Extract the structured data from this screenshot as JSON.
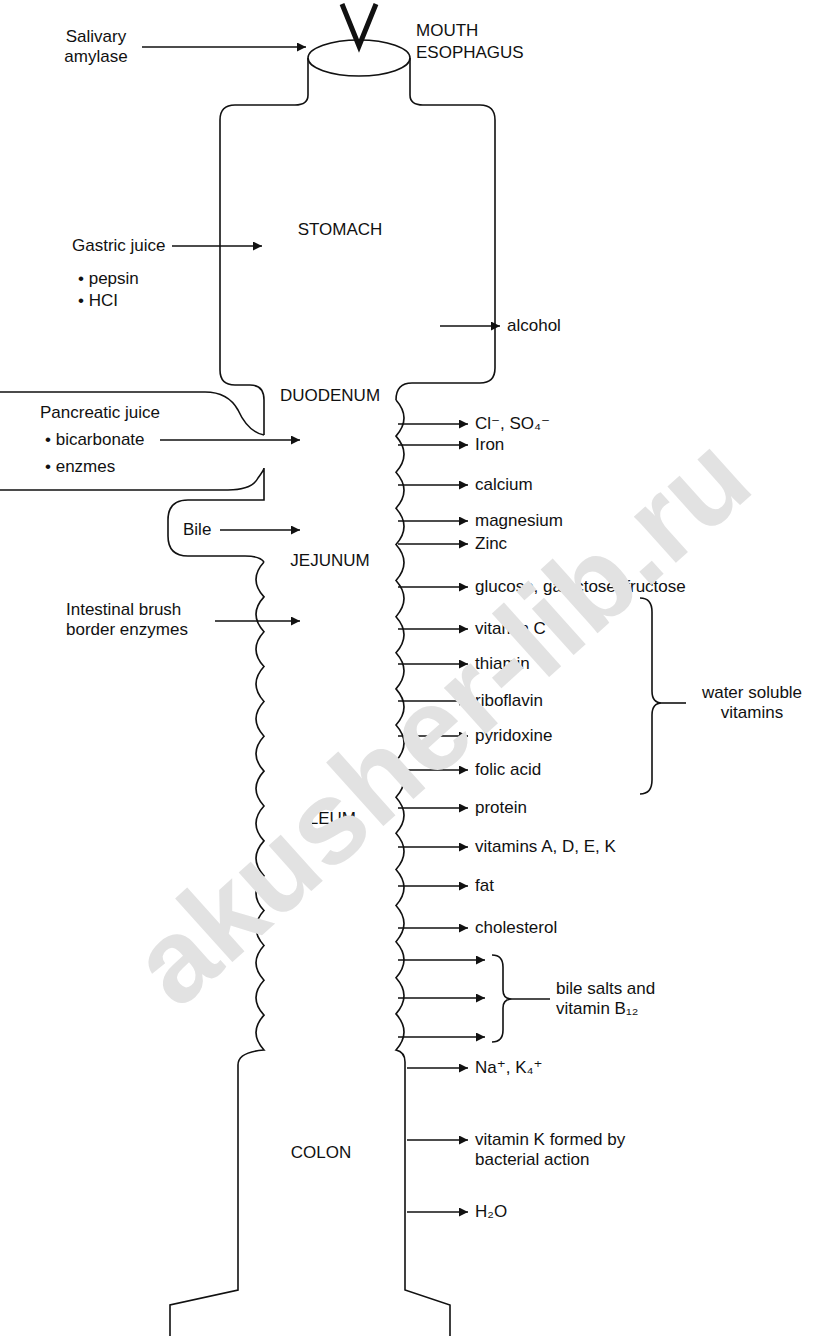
{
  "diagram": {
    "labels": [
      "Salivary amylase",
      "MOUTH",
      "ESOPHAGUS",
      "STOMACH",
      "Gastric juice",
      "• pepsin",
      "• HCI",
      "alcohol",
      "DUODENUM",
      "Pancreatic juice",
      "Cl⁻, SO₄⁻",
      "• bicarbonate",
      "Iron",
      "• enzmes",
      "calcium",
      "magnesium",
      "Bile",
      "Zinc",
      "JEJUNUM",
      "glucose, galactose, fructose",
      "Intestinal brush border enzymes",
      "vitamin C",
      "thiamin",
      "water soluble vitamins",
      "riboflavin",
      "pyridoxine",
      "folic acid",
      "protein",
      "ILEUM",
      "vitamins A, D, E, K",
      "fat",
      "cholesterol",
      "bile salts and vitamin B₁₂",
      "Na⁺, K₄⁺",
      "COLON",
      "vitamin K formed by bacterial action",
      "H₂O",
      "akusher-lib.ru"
    ]
  }
}
